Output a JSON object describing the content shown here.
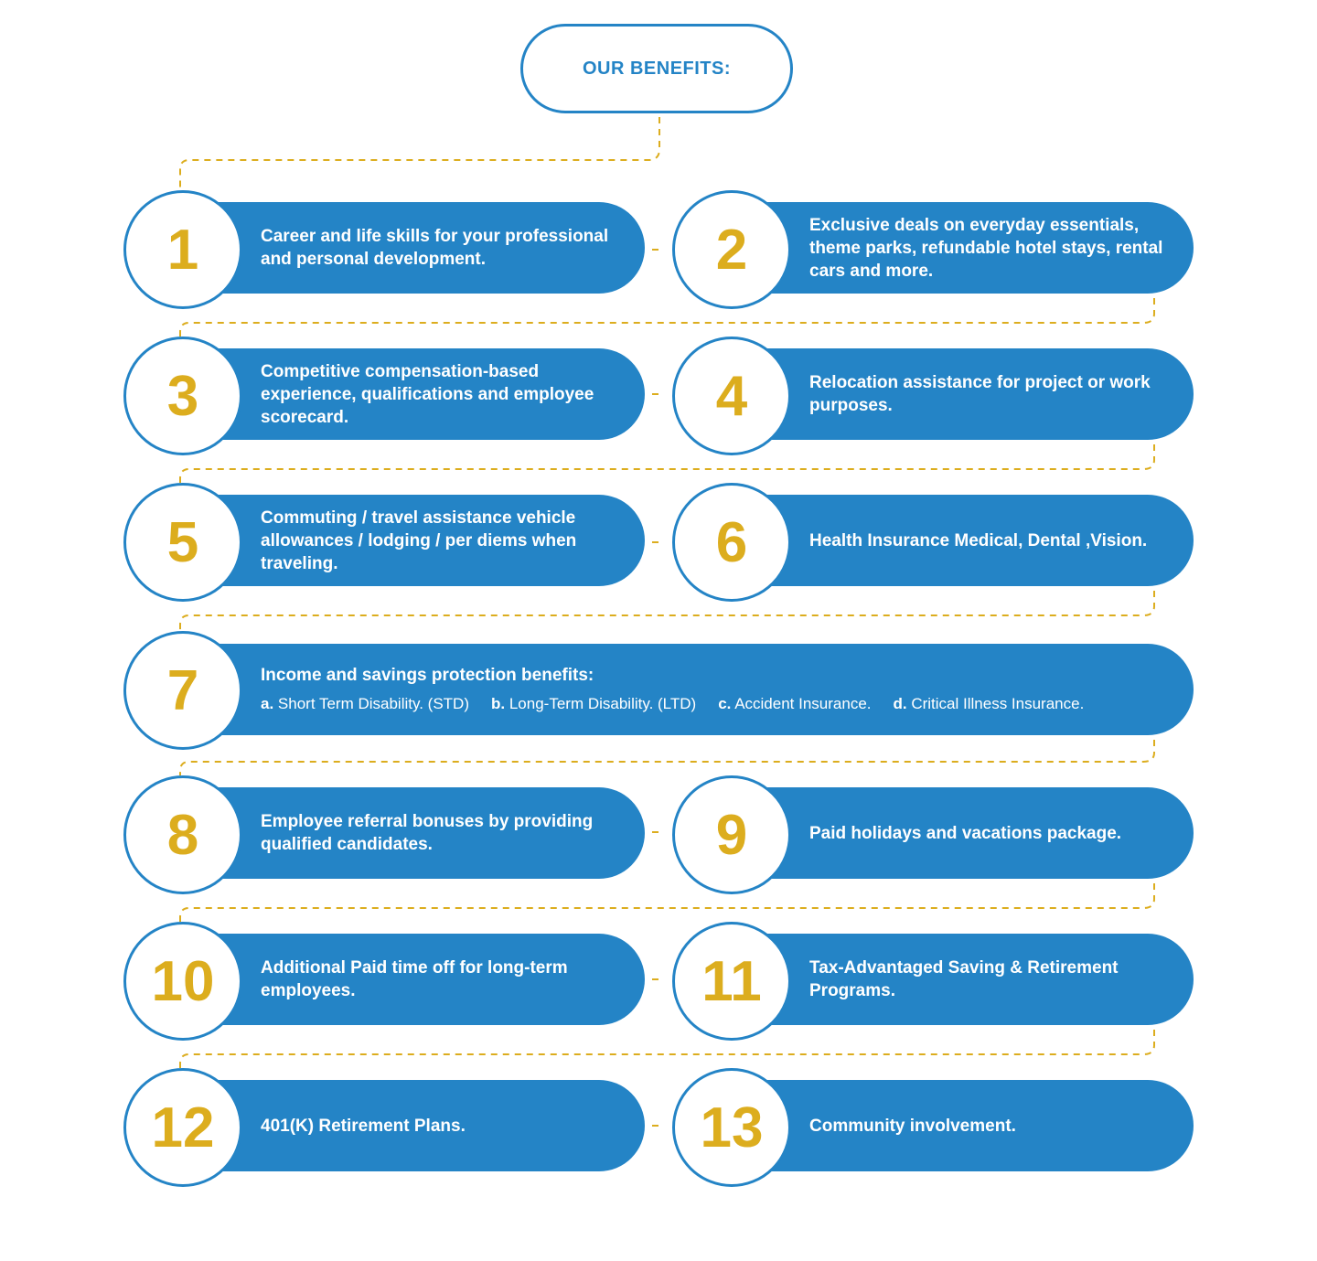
{
  "header": {
    "title": "OUR BENEFITS:"
  },
  "colors": {
    "primary": "#2484c6",
    "accent": "#dcad1e",
    "background": "#ffffff"
  },
  "benefits": [
    {
      "number": "1",
      "text": "Career and life skills for your professional and personal development."
    },
    {
      "number": "2",
      "text": "Exclusive deals on everyday essentials, theme parks, refundable hotel stays, rental cars and more."
    },
    {
      "number": "3",
      "text": "Competitive compensation-based experience, qualifications and employee scorecard."
    },
    {
      "number": "4",
      "text": "Relocation assistance for project or work purposes."
    },
    {
      "number": "5",
      "text": "Commuting / travel assistance vehicle allowances / lodging / per diems when traveling."
    },
    {
      "number": "6",
      "text": "Health Insurance Medical, Dental ,Vision."
    },
    {
      "number": "7",
      "text": "Income and savings protection benefits:",
      "subitems": [
        {
          "letter": "a.",
          "text": "Short Term Disability. (STD)"
        },
        {
          "letter": "b.",
          "text": "Long-Term Disability. (LTD)"
        },
        {
          "letter": "c.",
          "text": "Accident Insurance."
        },
        {
          "letter": "d.",
          "text": "Critical Illness Insurance."
        }
      ]
    },
    {
      "number": "8",
      "text": "Employee referral bonuses by providing qualified candidates."
    },
    {
      "number": "9",
      "text": "Paid holidays and vacations package."
    },
    {
      "number": "10",
      "text": "Additional Paid time off for long-term employees."
    },
    {
      "number": "11",
      "text": "Tax-Advantaged Saving & Retirement Programs."
    },
    {
      "number": "12",
      "text": "401(K) Retirement Plans."
    },
    {
      "number": "13",
      "text": "Community involvement."
    }
  ]
}
